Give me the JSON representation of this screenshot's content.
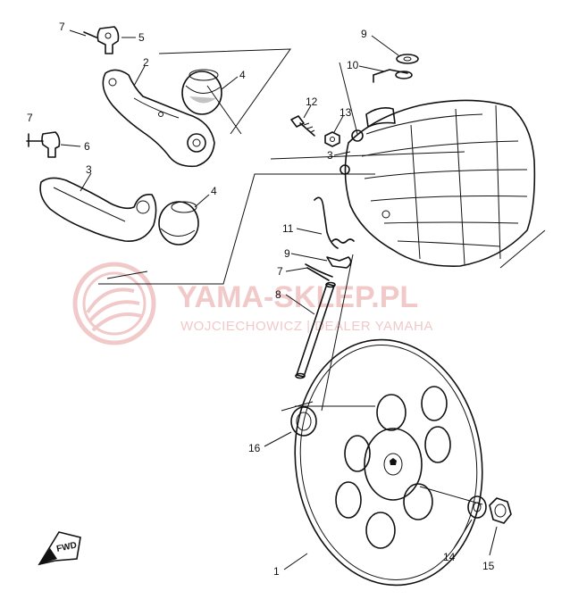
{
  "diagram": {
    "callouts": [
      {
        "id": "c7a",
        "text": "7"
      },
      {
        "id": "c5",
        "text": "5"
      },
      {
        "id": "c2",
        "text": "2"
      },
      {
        "id": "c4a",
        "text": "4"
      },
      {
        "id": "c9a",
        "text": "9"
      },
      {
        "id": "c10",
        "text": "10"
      },
      {
        "id": "c12",
        "text": "12"
      },
      {
        "id": "c13",
        "text": "13"
      },
      {
        "id": "c3",
        "text": "3"
      },
      {
        "id": "c7b",
        "text": "7"
      },
      {
        "id": "c6",
        "text": "6"
      },
      {
        "id": "c3b",
        "text": "3"
      },
      {
        "id": "c4b",
        "text": "4"
      },
      {
        "id": "c11",
        "text": "11"
      },
      {
        "id": "c9b",
        "text": "9"
      },
      {
        "id": "c7c",
        "text": "7"
      },
      {
        "id": "c8",
        "text": "8"
      },
      {
        "id": "c16",
        "text": "16"
      },
      {
        "id": "c1",
        "text": "1"
      },
      {
        "id": "c14",
        "text": "14"
      },
      {
        "id": "c15",
        "text": "15"
      }
    ],
    "fwd_label": "FWD"
  },
  "watermark": {
    "brand": "YAMA-SKLEP.PL",
    "tagline": "WOJCIECHOWICZ | DEALER YAMAHA",
    "color": "#f1c9c9"
  }
}
